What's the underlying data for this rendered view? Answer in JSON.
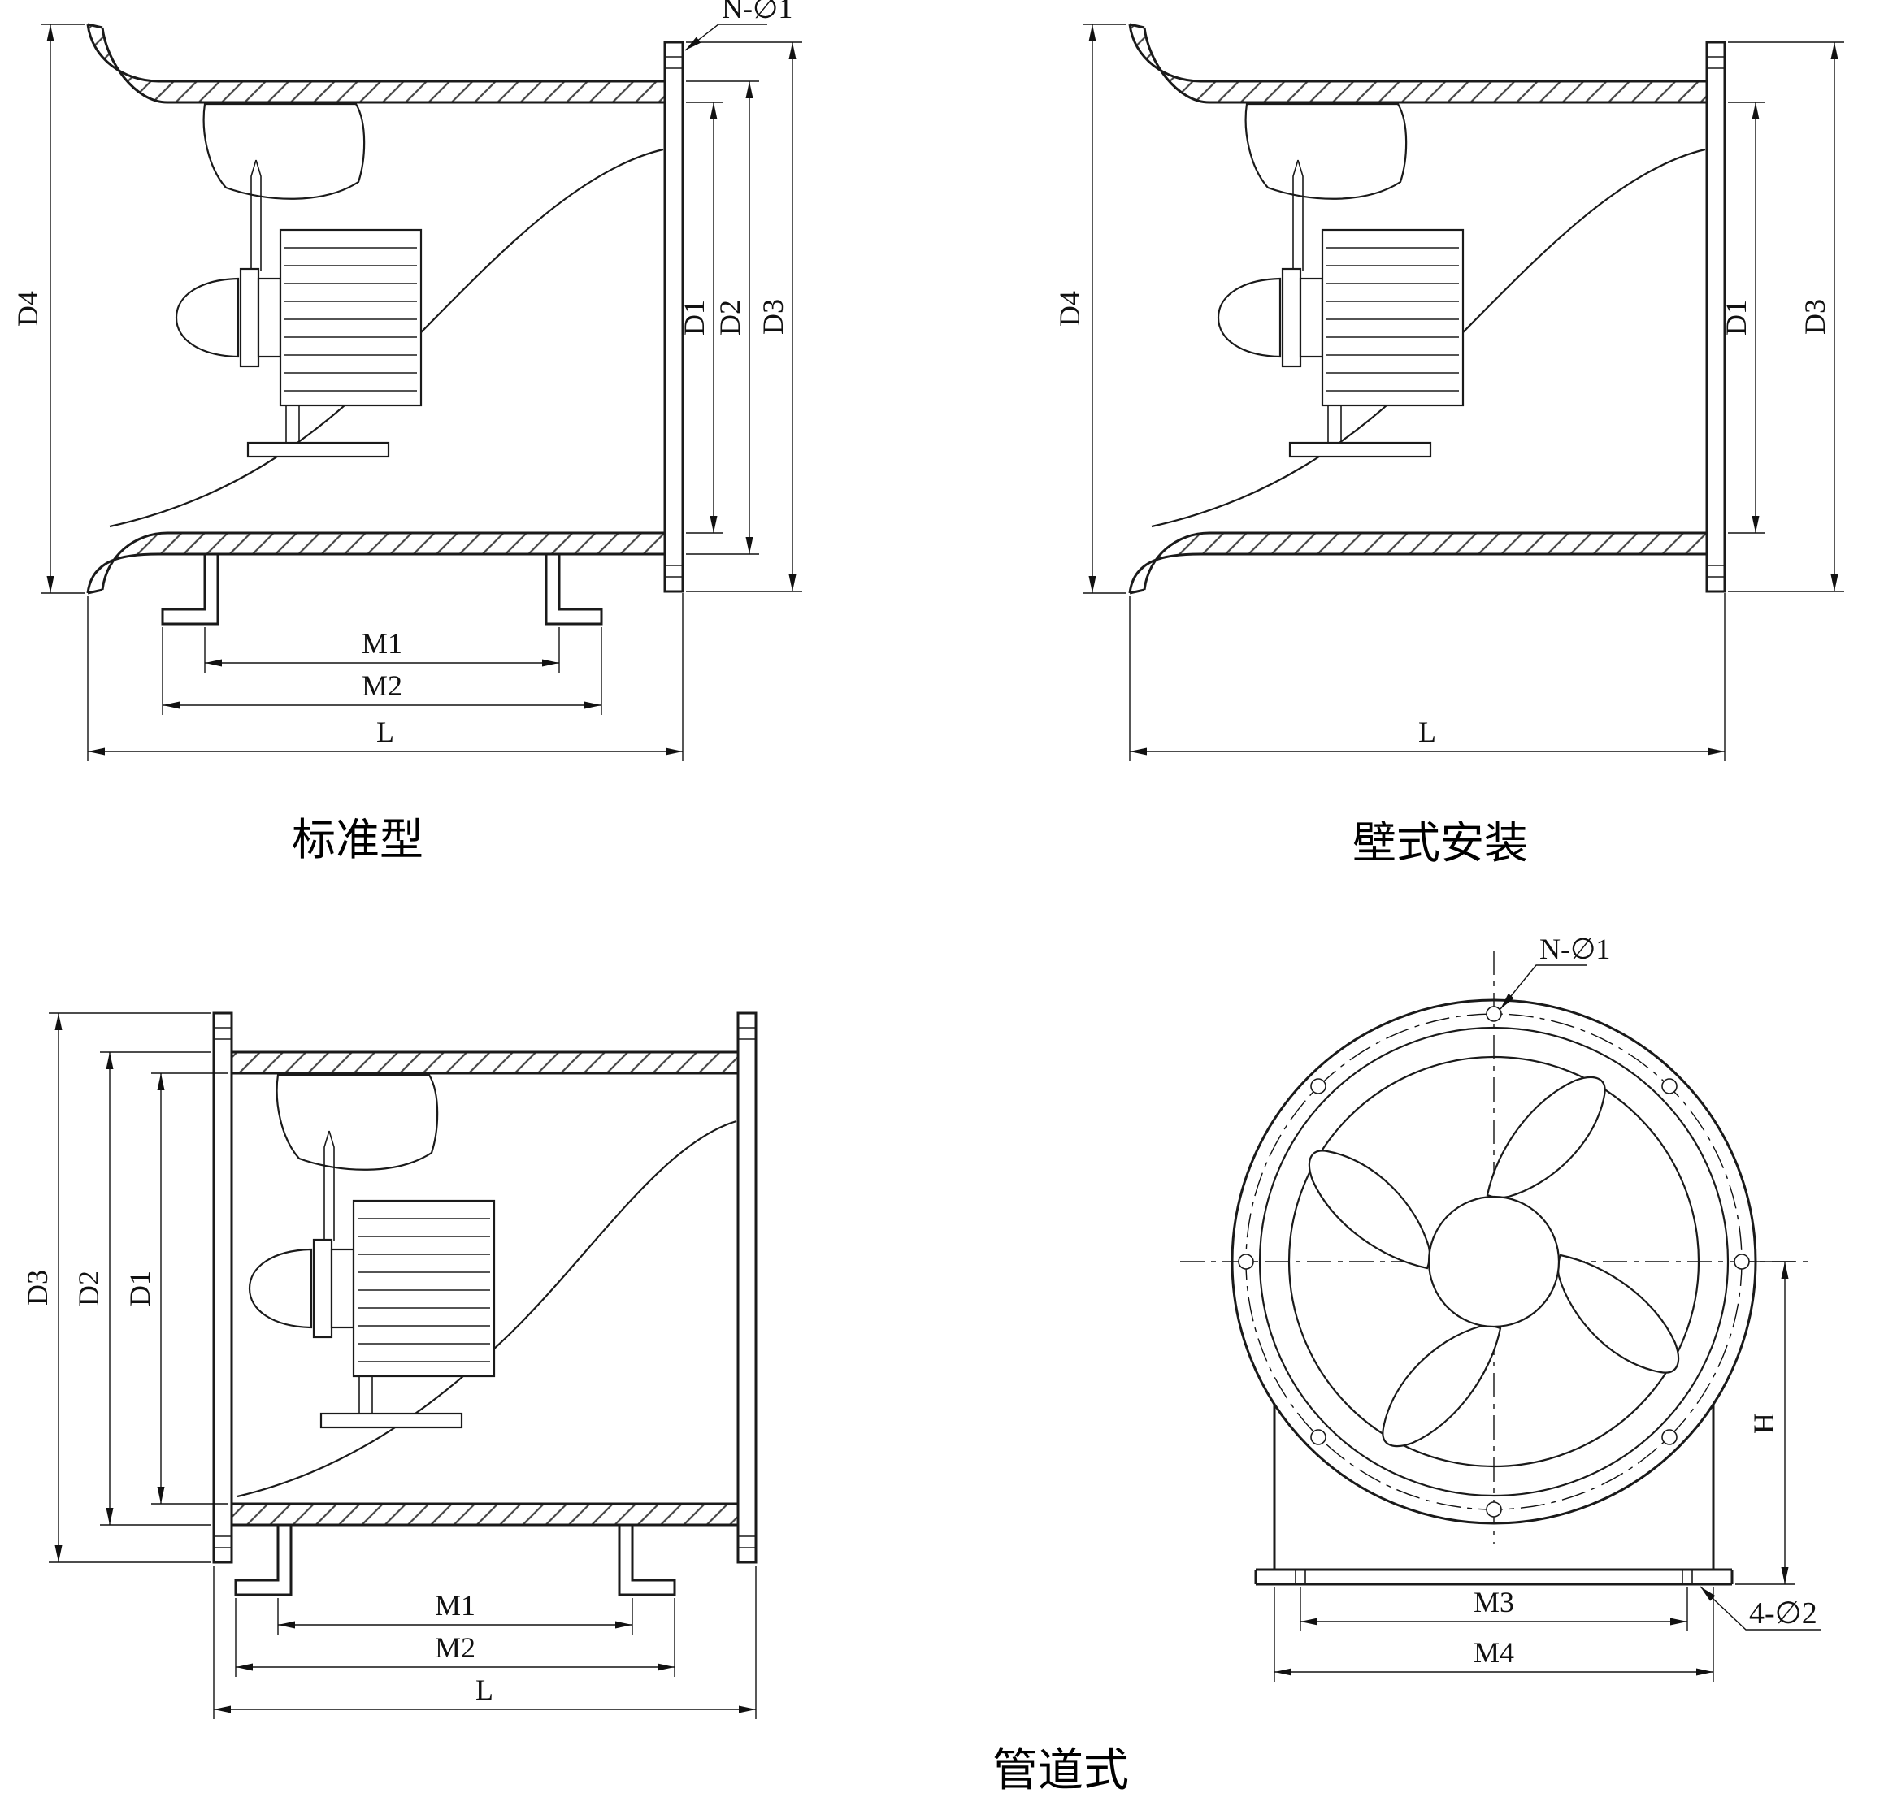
{
  "drawing": {
    "background": "#ffffff",
    "stroke_color": "#1a1a1a",
    "views": {
      "standard": {
        "title": "标准型",
        "dims": {
          "d4": "D4",
          "d1": "D1",
          "d2": "D2",
          "d3": "D3",
          "m1": "M1",
          "m2": "M2",
          "l": "L",
          "flange_holes": "N-∅1"
        }
      },
      "wall": {
        "title": "壁式安装",
        "dims": {
          "d4": "D4",
          "d1": "D1",
          "d3": "D3",
          "l": "L"
        }
      },
      "duct": {
        "title": "管道式",
        "side_dims": {
          "d3": "D3",
          "d2": "D2",
          "d1": "D1",
          "m1": "M1",
          "m2": "M2",
          "l": "L"
        },
        "front_dims": {
          "flange_holes": "N-∅1",
          "h": "H",
          "m3": "M3",
          "m4": "M4",
          "foot_holes": "4-∅2"
        }
      }
    }
  }
}
